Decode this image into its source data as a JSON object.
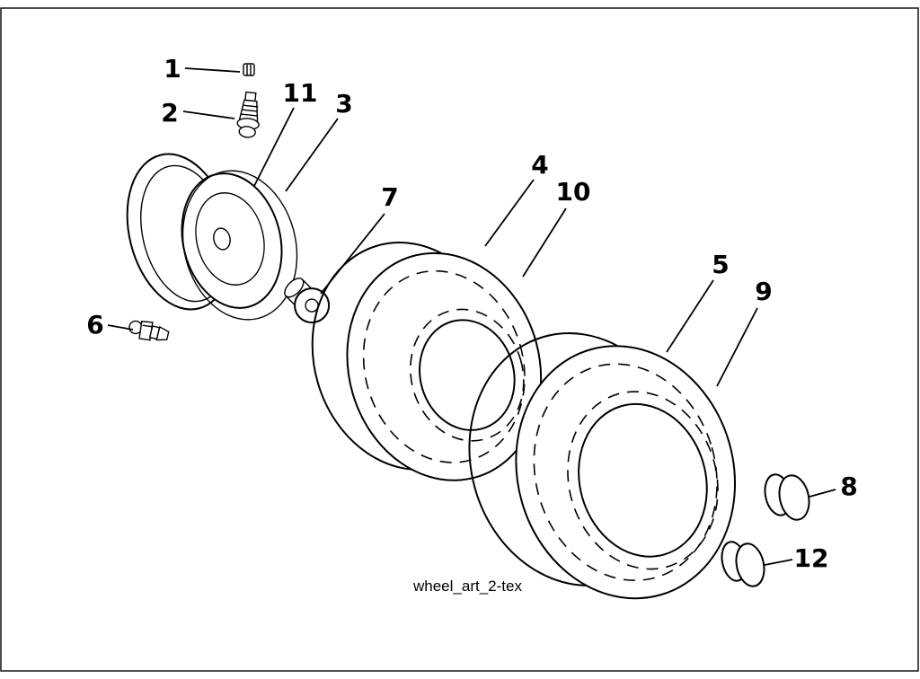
{
  "figure": {
    "caption": "wheel_art_2-tex",
    "line_color": "#000000",
    "background": "#ffffff"
  },
  "callouts": [
    {
      "part": "1"
    },
    {
      "part": "2"
    },
    {
      "part": "3"
    },
    {
      "part": "4"
    },
    {
      "part": "5"
    },
    {
      "part": "6"
    },
    {
      "part": "7"
    },
    {
      "part": "8"
    },
    {
      "part": "9"
    },
    {
      "part": "10"
    },
    {
      "part": "11"
    },
    {
      "part": "12"
    }
  ]
}
